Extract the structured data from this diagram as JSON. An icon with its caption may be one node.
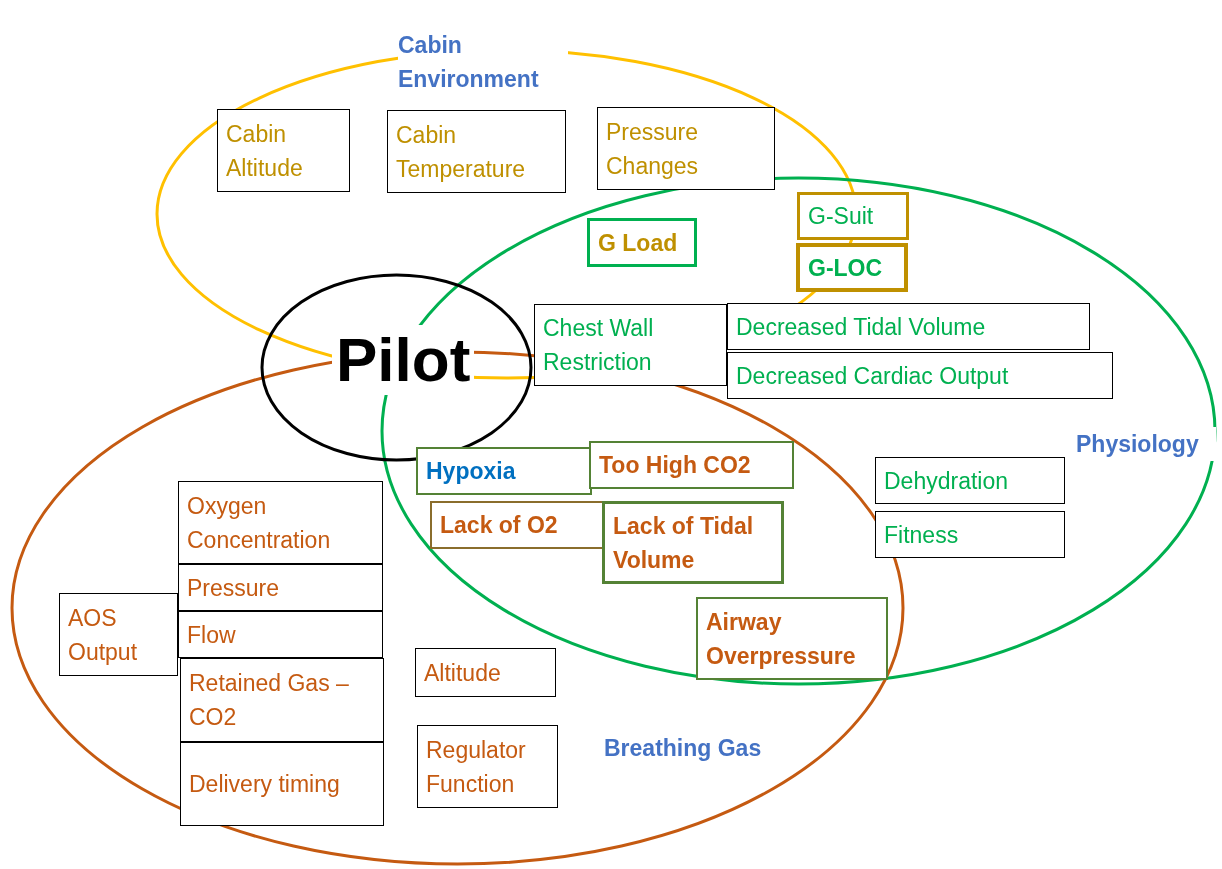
{
  "diagram": {
    "nodes": [
      {
        "text": [
          "Cabin Environment"
        ]
      },
      {
        "text": [
          "Physiology"
        ]
      },
      {
        "text": [
          "Breathing Gas"
        ]
      },
      {
        "text": [
          "Pilot"
        ]
      },
      {
        "text": [
          "Cabin Altitude"
        ],
        "in": 0
      },
      {
        "text": [
          "Cabin Temperature"
        ],
        "in": 0
      },
      {
        "text": [
          "Pressure Changes"
        ],
        "in": 0
      },
      {
        "text": [
          "G Load"
        ]
      },
      {
        "text": [
          "G-Suit"
        ],
        "in": 1
      },
      {
        "text": [
          "G-LOC"
        ],
        "in": 1
      },
      {
        "text": [
          "Chest Wall Restriction"
        ],
        "in": 1
      },
      {
        "text": [
          "Decreased Tidal Volume"
        ],
        "in": 1
      },
      {
        "text": [
          "Decreased Cardiac Output"
        ],
        "in": 1
      },
      {
        "text": [
          "Hypoxia"
        ]
      },
      {
        "text": [
          "Too High CO2"
        ]
      },
      {
        "text": [
          "Lack of O2"
        ]
      },
      {
        "text": [
          "Lack of Tidal Volume"
        ]
      },
      {
        "text": [
          "Airway Overpressure"
        ]
      },
      {
        "text": [
          "Dehydration"
        ],
        "in": 1
      },
      {
        "text": [
          "Fitness"
        ],
        "in": 1
      },
      {
        "text": [
          "Oxygen Concentration"
        ],
        "in": 2
      },
      {
        "text": [
          "Pressure"
        ],
        "in": 2
      },
      {
        "text": [
          "Flow"
        ],
        "in": 2
      },
      {
        "text": [
          "AOS Output"
        ],
        "in": 2
      },
      {
        "text": [
          "Retained Gas – CO2"
        ],
        "in": 2
      },
      {
        "text": [
          "Delivery timing"
        ],
        "in": 2
      },
      {
        "text": [
          "Altitude"
        ],
        "in": 2
      },
      {
        "text": [
          "Regulator Function"
        ],
        "in": 2
      }
    ],
    "edges": []
  }
}
